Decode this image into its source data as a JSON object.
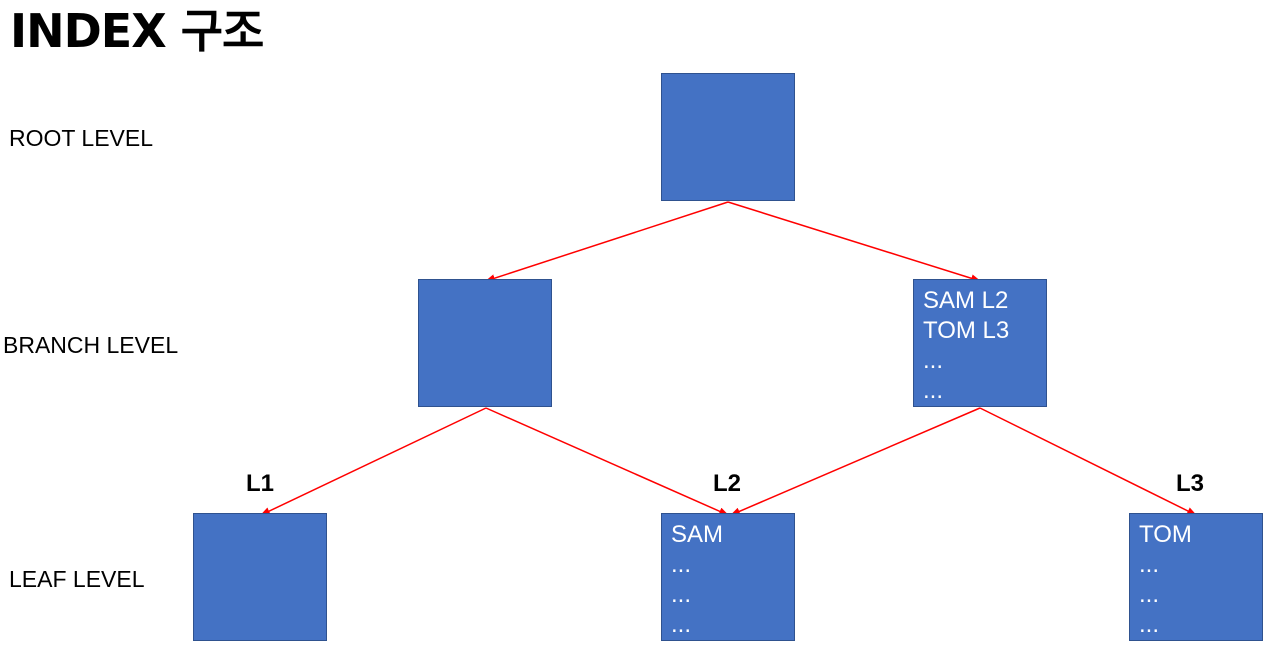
{
  "title": "INDEX 구조",
  "levels": {
    "root": "ROOT LEVEL",
    "branch": "BRANCH LEVEL",
    "leaf": "LEAF LEVEL"
  },
  "leaf_ids": {
    "l1": "L1",
    "l2": "L2",
    "l3": "L3"
  },
  "nodes": {
    "branch_right": {
      "lines": [
        "SAM L2",
        "TOM L3",
        "...",
        "..."
      ]
    },
    "leaf_2": {
      "lines": [
        "SAM",
        "...",
        "...",
        "..."
      ]
    },
    "leaf_3": {
      "lines": [
        "TOM",
        "...",
        "...",
        "..."
      ]
    }
  },
  "colors": {
    "node_fill": "#4472c4",
    "node_border": "#2f528f",
    "node_text": "#ffffff",
    "edge": "#ff0000"
  }
}
